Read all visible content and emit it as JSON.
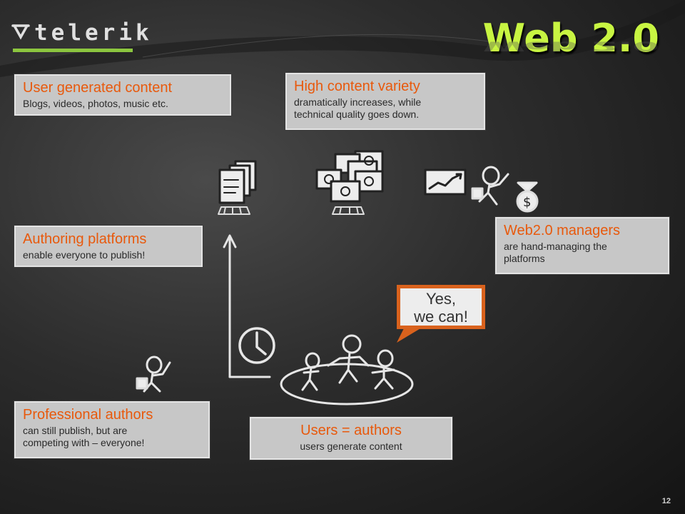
{
  "brand": {
    "logo_text": "telerik",
    "accent": "#8cc63f"
  },
  "slide": {
    "title": "Web 2.0",
    "title_color": "#c8f542",
    "page_number": "12"
  },
  "boxes": {
    "user_generated": {
      "title": "User generated content",
      "lines": [
        "Blogs, videos, photos, music etc."
      ]
    },
    "content_variety": {
      "title": "High content variety",
      "lines": [
        "dramatically increases, while",
        "technical quality goes down."
      ]
    },
    "authoring": {
      "title": "Authoring platforms",
      "lines": [
        "enable everyone to publish!"
      ]
    },
    "managers": {
      "title": "Web2.0 managers",
      "lines": [
        "are hand-managing the",
        "platforms"
      ]
    },
    "professional": {
      "title": "Professional authors",
      "lines": [
        "can still publish, but are",
        "competing with – everyone!"
      ]
    },
    "users": {
      "title": "Users = authors",
      "lines": [
        "users generate content"
      ]
    }
  },
  "speech_bubble": {
    "lines": [
      "Yes,",
      "we can!"
    ],
    "border_color": "#d9621d"
  },
  "colors": {
    "box_title": "#e8590c",
    "box_bg": "#c7c7c7"
  },
  "icons": [
    "document-stack-icon",
    "smiley-photos-icon",
    "chart-icon",
    "manager-figure-icon",
    "money-bag-icon",
    "clock-icon",
    "arrow-up-icon",
    "professional-figure-icon",
    "users-group-icon"
  ]
}
